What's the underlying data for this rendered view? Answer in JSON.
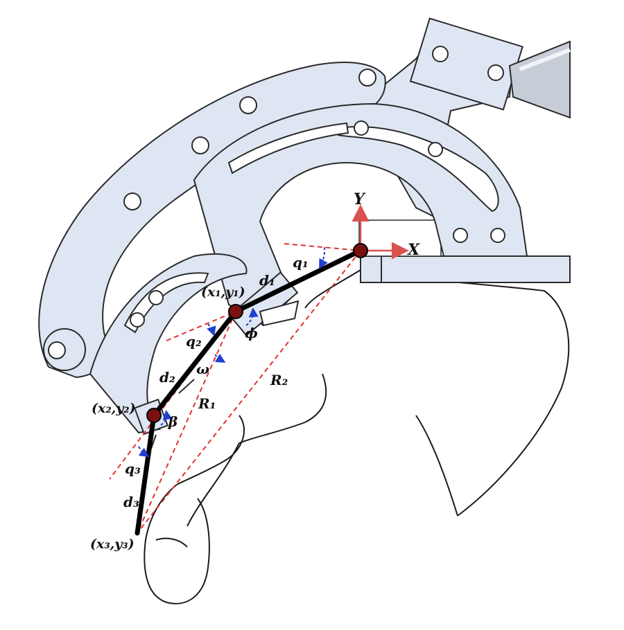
{
  "axes": {
    "x": "X",
    "y": "Y"
  },
  "joints": [
    {
      "id": "joint1",
      "label": "(x₁,y₁)"
    },
    {
      "id": "joint2",
      "label": "(x₂,y₂)"
    },
    {
      "id": "joint3",
      "label": "(x₃,y₃)"
    }
  ],
  "links": {
    "d1": "d₁",
    "d2": "d₂",
    "d3": "d₃"
  },
  "angles": {
    "q1": "q₁",
    "q2": "q₂",
    "q3": "q₃",
    "phi": "ϕ",
    "omega": "ω",
    "beta": "β"
  },
  "radii": {
    "r1": "R₁",
    "r2": "R₂"
  },
  "colors": {
    "part_fill": "#dfe6f3",
    "link": "#000000",
    "dashed": "#e0322f",
    "angle_arc": "#1f3fd1",
    "joint": "#7a1010",
    "axis": "#d9534f"
  }
}
